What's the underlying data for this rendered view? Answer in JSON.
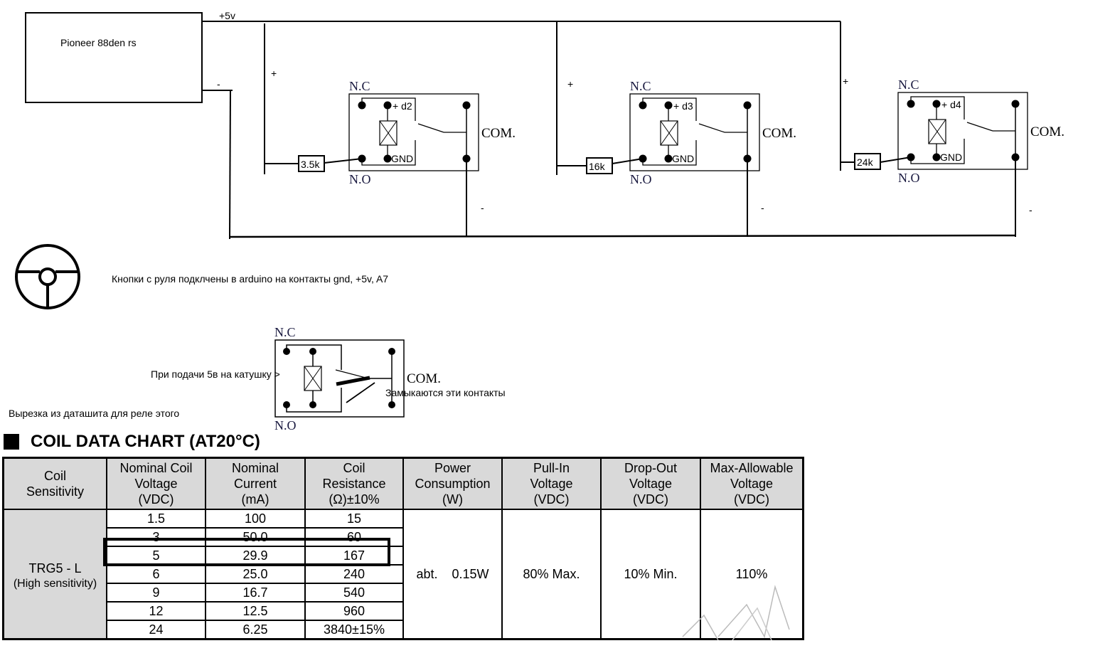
{
  "head_unit": {
    "label": "Pioneer 88den rs"
  },
  "rails": {
    "plus_label": "+5v",
    "minus_label": "-",
    "plus_sign": "+",
    "minus_sign": "-"
  },
  "relays": [
    {
      "pin": "+ d2",
      "gnd": "GND",
      "nc": "N.C",
      "no": "N.O",
      "com": "COM.",
      "resistor": "3.5k"
    },
    {
      "pin": "+ d3",
      "gnd": "GND",
      "nc": "N.C",
      "no": "N.O",
      "com": "COM.",
      "resistor": "16k"
    },
    {
      "pin": "+ d4",
      "gnd": "GND",
      "nc": "N.C",
      "no": "N.O",
      "com": "COM.",
      "resistor": "24k"
    }
  ],
  "steering_note": "Кнопки с руля подклчены в arduino на контакты gnd, +5v, A7",
  "example_relay": {
    "nc": "N.C",
    "no": "N.O",
    "com": "COM.",
    "coil_note": "При подачи 5в на катушку >",
    "contacts_note": "Замыкаются эти контакты"
  },
  "datasheet_note": "Вырезка из даташита для реле этого",
  "coil_chart": {
    "title": "COIL DATA CHART (AT20°C)",
    "headers": [
      [
        "Coil",
        "Sensitivity"
      ],
      [
        "Nominal Coil",
        "Voltage",
        "(VDC)"
      ],
      [
        "Nominal",
        "Current",
        "(mA)"
      ],
      [
        "Coil",
        "Resistance",
        "(Ω)±10%"
      ],
      [
        "Power",
        "Consumption",
        "(W)"
      ],
      [
        "Pull-In",
        "Voltage",
        "(VDC)"
      ],
      [
        "Drop-Out",
        "Voltage",
        "(VDC)"
      ],
      [
        "Max-Allowable",
        "Voltage",
        "(VDC)"
      ]
    ],
    "model": "TRG5 - L",
    "model_sub": "(High sensitivity)",
    "rows": [
      {
        "voltage": "1.5",
        "current": "100",
        "resistance": "15"
      },
      {
        "voltage": "3",
        "current": "50.0",
        "resistance": "60"
      },
      {
        "voltage": "5",
        "current": "29.9",
        "resistance": "167"
      },
      {
        "voltage": "6",
        "current": "25.0",
        "resistance": "240"
      },
      {
        "voltage": "9",
        "current": "16.7",
        "resistance": "540"
      },
      {
        "voltage": "12",
        "current": "12.5",
        "resistance": "960"
      },
      {
        "voltage": "24",
        "current": "6.25",
        "resistance": "3840±15%"
      }
    ],
    "power": "abt.    0.15W",
    "pull_in": "80% Max.",
    "drop_out": "10% Min.",
    "max_allowable": "110%",
    "highlighted_row_voltage": "5"
  }
}
